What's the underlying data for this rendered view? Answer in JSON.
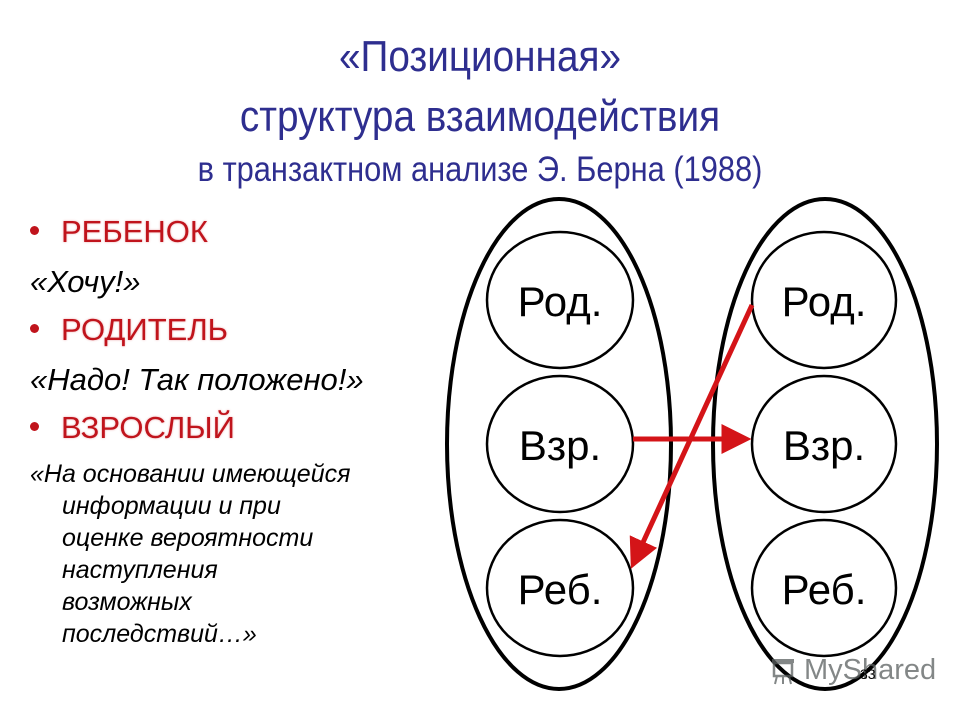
{
  "title": {
    "line1": "«Позиционная»",
    "line2": "структура  взаимодействия",
    "line3": "в транзактном анализе Э. Берна (1988)"
  },
  "bullets": [
    {
      "label": "РЕБЕНОК",
      "quote": "«Хочу!»"
    },
    {
      "label": "РОДИТЕЛЬ",
      "quote": "«Надо! Так положено!»"
    },
    {
      "label": "ВЗРОСЛЫЙ",
      "quote_lines": [
        "«На основании имеющейся",
        "информации и при",
        "оценке вероятности",
        "наступления",
        "возможных",
        "последствий…»"
      ]
    }
  ],
  "diagram": {
    "left_person": {
      "nodes": [
        "Род.",
        "Взр.",
        "Реб."
      ]
    },
    "right_person": {
      "nodes": [
        "Род.",
        "Взр.",
        "Реб."
      ]
    },
    "arrows": [
      {
        "from": "left.Взр.",
        "to": "right.Взр.",
        "color": "#d41418"
      },
      {
        "from": "right.Род.",
        "to": "left.Реб.",
        "color": "#d41418"
      }
    ]
  },
  "colors": {
    "title": "#2e2e8f",
    "bullet": "#c0141c",
    "arrow": "#d41418"
  },
  "watermark": {
    "text": "MyShared",
    "icon": "presentation-board-icon"
  },
  "page_number": "33"
}
